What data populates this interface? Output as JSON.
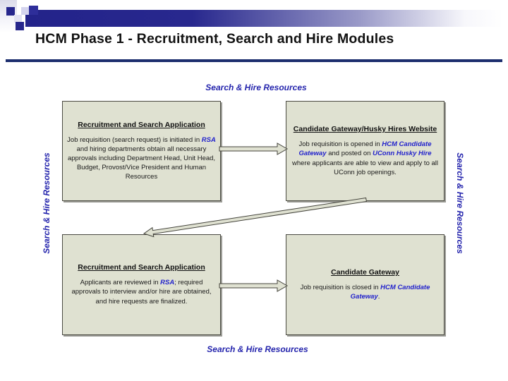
{
  "slide": {
    "title": "HCM Phase 1 - Recruitment, Search and Hire Modules"
  },
  "flow_labels": {
    "top": "Search & Hire Resources",
    "bottom": "Search & Hire Resources",
    "left": "Search & Hire Resources",
    "right": "Search & Hire Resources"
  },
  "boxes": {
    "top_left": {
      "title": "Recruitment and Search Application",
      "body": [
        {
          "text": "Job requisition (search request) is initiated in "
        },
        {
          "text": "RSA",
          "em": true
        },
        {
          "text": " and hiring departments obtain all necessary approvals including Department Head, Unit Head, Budget, Provost/Vice President and Human Resources"
        }
      ]
    },
    "top_right": {
      "title": "Candidate Gateway/Husky Hires Website",
      "body": [
        {
          "text": "Job requisition is opened in "
        },
        {
          "text": "HCM Candidate Gateway",
          "em": true
        },
        {
          "text": " and posted on "
        },
        {
          "text": "UConn Husky Hire",
          "em": true
        },
        {
          "text": " where applicants are able to view and apply to all UConn job openings."
        }
      ]
    },
    "bottom_left": {
      "title": "Recruitment and Search Application",
      "body": [
        {
          "text": "Applicants are reviewed in "
        },
        {
          "text": "RSA",
          "em": true
        },
        {
          "text": "; required approvals to interview and/or hire are obtained, and hire requests are finalized."
        }
      ]
    },
    "bottom_right": {
      "title": "Candidate Gateway",
      "body": [
        {
          "text": "Job requisition is closed in "
        },
        {
          "text": "HCM Candidate Gateway",
          "em": true
        },
        {
          "text": "."
        }
      ]
    }
  },
  "colors": {
    "header_navy": "#26268c",
    "divider_navy": "#1c2e6e",
    "flow_label_blue": "#2525ad",
    "emphasis_blue": "#2222cc",
    "box_fill": "#dfe1d1",
    "box_border": "#4a4a42",
    "title_text": "#111111"
  }
}
